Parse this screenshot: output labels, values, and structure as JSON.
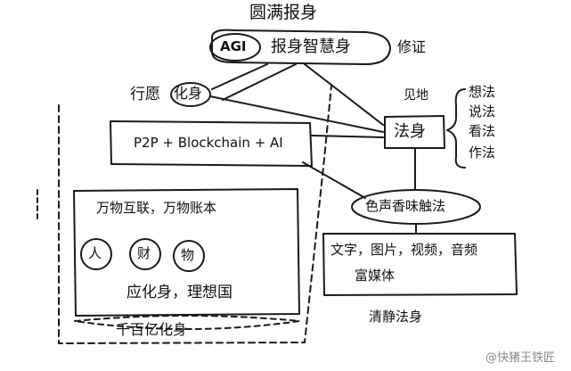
{
  "diagram": {
    "title": "圆满报身",
    "agi": "AGI",
    "agi_body": "报身智慧身",
    "verify": "修证",
    "practice": "行愿",
    "incarnation": "化身",
    "seeing": "见地",
    "tech": "P2P + Blockchain + AI",
    "dharma_body": "法身",
    "thoughts": [
      "想法",
      "说法",
      "看法",
      "作法"
    ],
    "all_things": "万物互联，万物账本",
    "circles": [
      "人",
      "财",
      "物"
    ],
    "samsara": "色声香味触法",
    "media": "文字，图片，视频，音频",
    "multimedia": "富媒体",
    "ideal": "应化身，理想国",
    "clean_dharma": "清静法身",
    "billions": "千百亿化身"
  },
  "watermark": "@快猪王铁匠",
  "colors": {
    "ink": "#1a1a1a",
    "paper": "#ffffff",
    "watermark": "#8a8a8a"
  }
}
